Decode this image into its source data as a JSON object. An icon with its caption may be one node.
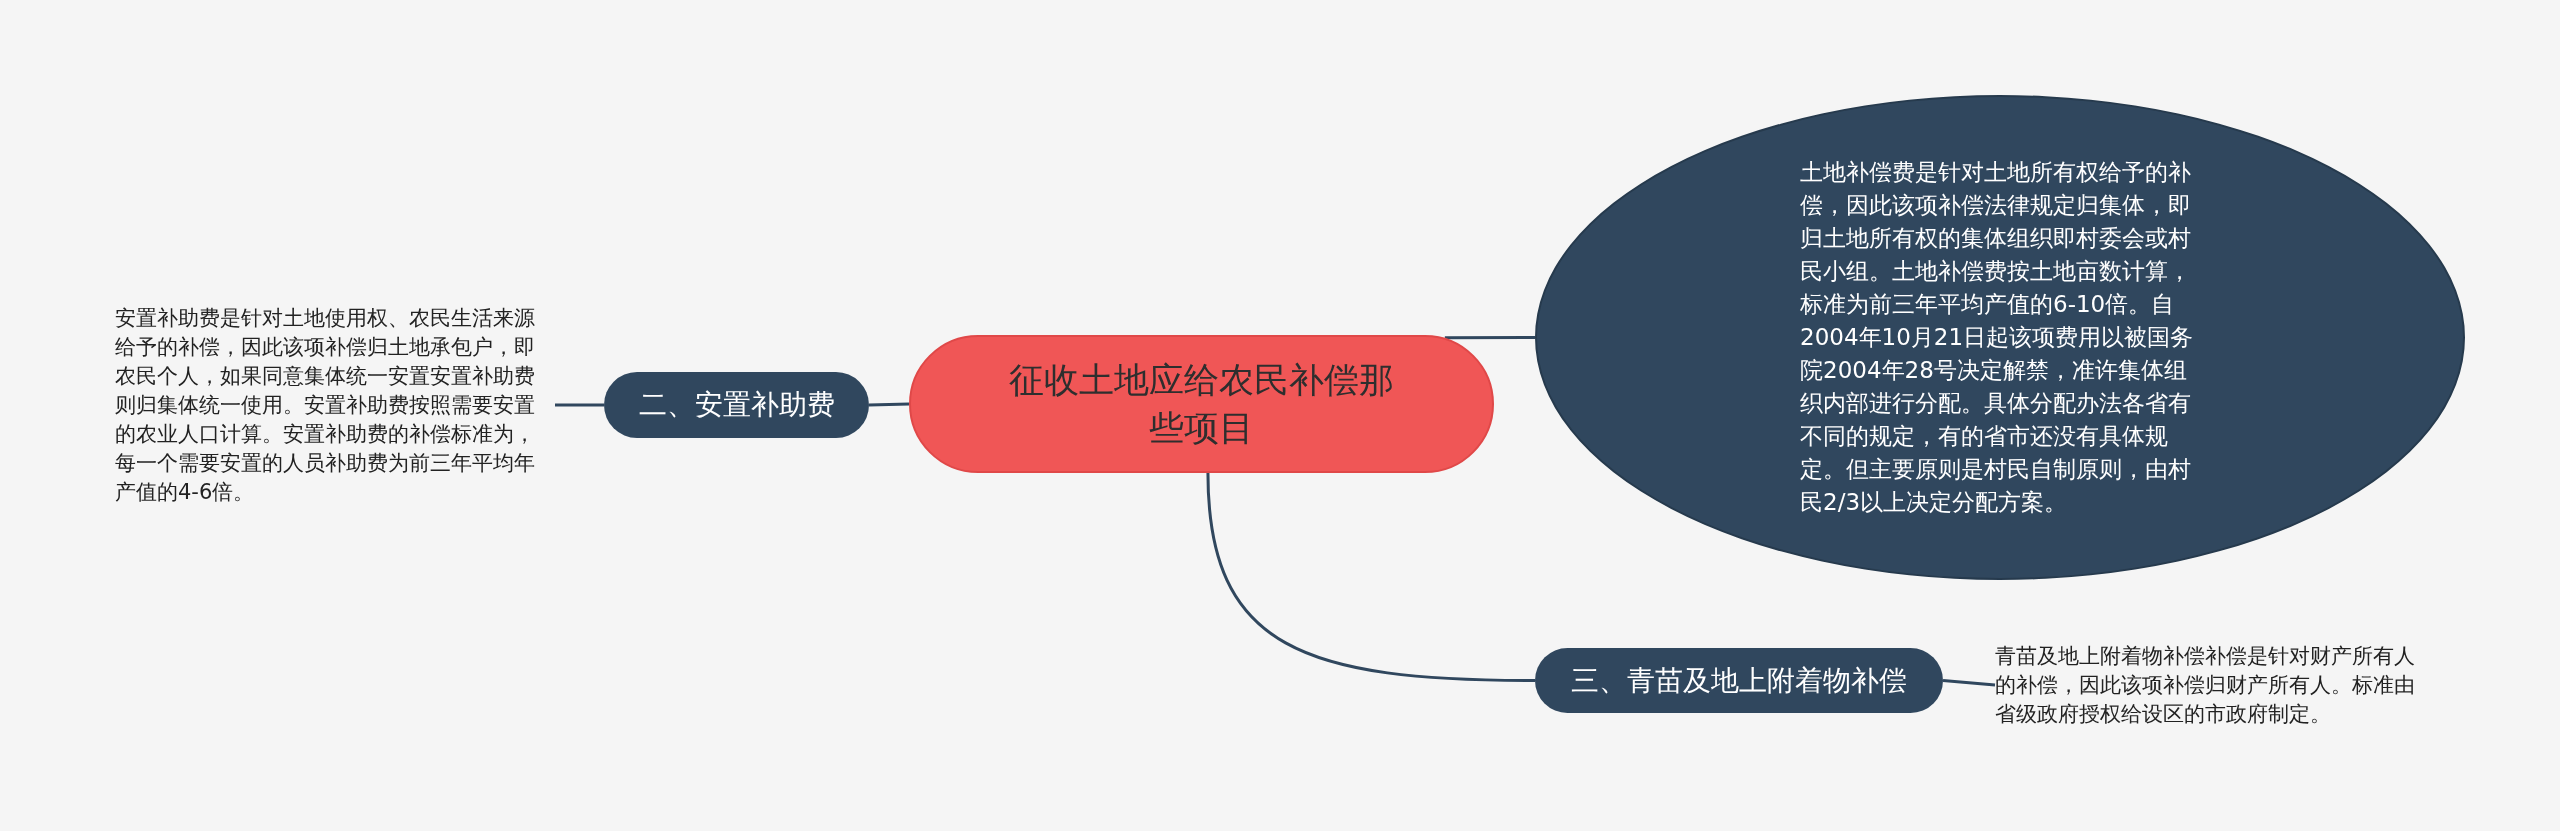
{
  "diagram": {
    "nodes": [
      {
        "text": [
          "征收土地应给农民补偿那些项目"
        ]
      },
      {
        "text": [
          "二、安置补助费"
        ]
      },
      {
        "text": [
          "安置补助费是针对土地使用权、农民生活来源给予的补偿，因此该项补偿归土地承包户，即农民个人，如果同意集体统一安置安置补助费则归集体统一使用。安置补助费按照需要安置的农业人口计算。安置补助费的补偿标准为，每一个需要安置的人员补助费为前三年平均年产值的4-6倍。"
        ]
      },
      {
        "text": [
          "土地补偿费是针对土地所有权给予的补偿，因此该项补偿法律规定归集体，即归土地所有权的集体组织即村委会或村民小组。土地补偿费按土地亩数计算，标准为前三年平均产值的6-10倍。自2004年10月21日起该项费用以被国务院2004年28号决定解禁，准许集体组织内部进行分配。具体分配办法各省有不同的规定，有的省市还没有具体规定。但主要原则是村民自制原则，由村民2/3以上决定分配方案。"
        ]
      },
      {
        "text": [
          "三、青苗及地上附着物补偿"
        ]
      },
      {
        "text": [
          "青苗及地上附着物补偿补偿是针对财产所有人的补偿，因此该项补偿归财产所有人。标准由省级政府授权给设区的市政府制定。"
        ]
      }
    ],
    "edges": [
      {
        "from": 0,
        "to": 1,
        "arrow": "none"
      },
      {
        "from": 1,
        "to": 2,
        "arrow": "none"
      },
      {
        "from": 0,
        "to": 3,
        "arrow": "none"
      },
      {
        "from": 0,
        "to": 4,
        "arrow": "none"
      },
      {
        "from": 4,
        "to": 5,
        "arrow": "none"
      }
    ]
  }
}
